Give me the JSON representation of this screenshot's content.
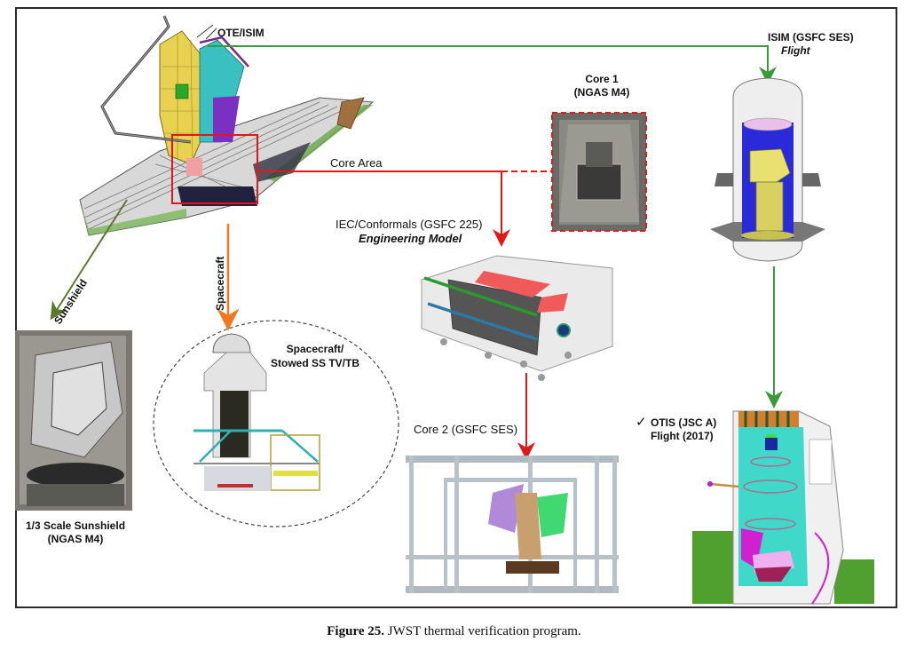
{
  "labels": {
    "ote_isim": "OTE/ISIM",
    "core_area": "Core Area",
    "core1_title": "Core 1",
    "core1_site": "(NGAS M4)",
    "isim_title": "ISIM (GSFC SES)",
    "isim_sub": "Flight",
    "iec_title": "IEC/Conformals (GSFC 225)",
    "iec_sub": "Engineering Model",
    "sunshield_arrow": "Sunshield",
    "spacecraft_arrow": "Spacecraft",
    "spacecraft_title": "Spacecraft/",
    "spacecraft_sub": "Stowed SS TV/TB",
    "scale_sunshield_title": "1/3 Scale Sunshield",
    "scale_sunshield_site": "(NGAS M4)",
    "core2_title": "Core 2 (GSFC SES)",
    "otis_check": "✓",
    "otis_title": "OTIS (JSC A)",
    "otis_sub": "Flight (2017)"
  },
  "caption": {
    "prefix": "Figure 25.",
    "text": " JWST thermal verification program."
  },
  "colors": {
    "green_arrow": "#3a9a3a",
    "olive_arrow": "#5a7a2a",
    "red_arrow": "#e01818",
    "orange_arrow": "#f07820",
    "frame": "#2a2a2a"
  }
}
